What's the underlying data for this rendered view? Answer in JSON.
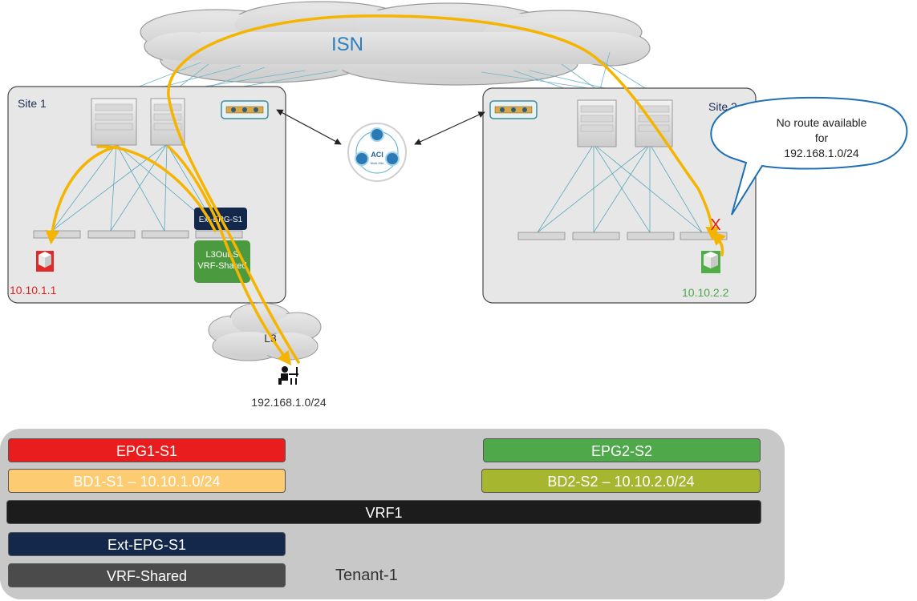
{
  "diagram": {
    "isn_label": "ISN",
    "site1_label": "Site 1",
    "site2_label": "Site 2",
    "l3_label": "L3",
    "ext_epg_box": "Ext-EPG-S1",
    "l3out_line1": "L3Out-S",
    "l3out_line2": "VRF-Shared",
    "ip_site1": "10.10.1.1",
    "ip_site2": "10.10.2.2",
    "external_subnet": "192.168.1.0/24",
    "callout": [
      "No route available",
      "for",
      "192.168.1.0/24"
    ],
    "x_mark": "X",
    "aci_label": "ACI",
    "aci_sublabel": "Multi-Site"
  },
  "tenant": {
    "label": "Tenant-1",
    "epg1": "EPG1-S1",
    "bd1": "BD1-S1 – 10.10.1.0/24",
    "epg2": "EPG2-S2",
    "bd2": "BD2-S2 – 10.10.2.0/24",
    "vrf1": "VRF1",
    "ext_epg": "Ext-EPG-S1",
    "vrf_shared": "VRF-Shared"
  },
  "colors": {
    "path": "#f5b400",
    "epg1": "#e91d1d",
    "bd1": "#fdcb72",
    "epg2": "#4fa84a",
    "bd2": "#a6b62e",
    "vrf1": "#1c1c1c",
    "ext_epg": "#13284a",
    "vrf_shared": "#4b4b4b",
    "site1_ip": "#e32222",
    "site2_ip": "#4ca64a",
    "callout_border": "#1f6fb5"
  },
  "icons": [
    "isn-cloud-icon",
    "spine-switch-icon",
    "leaf-switch-icon",
    "apic-cluster-icon",
    "aci-multisite-icon",
    "endpoint-server-icon",
    "external-user-icon",
    "l3-cloud-icon"
  ]
}
